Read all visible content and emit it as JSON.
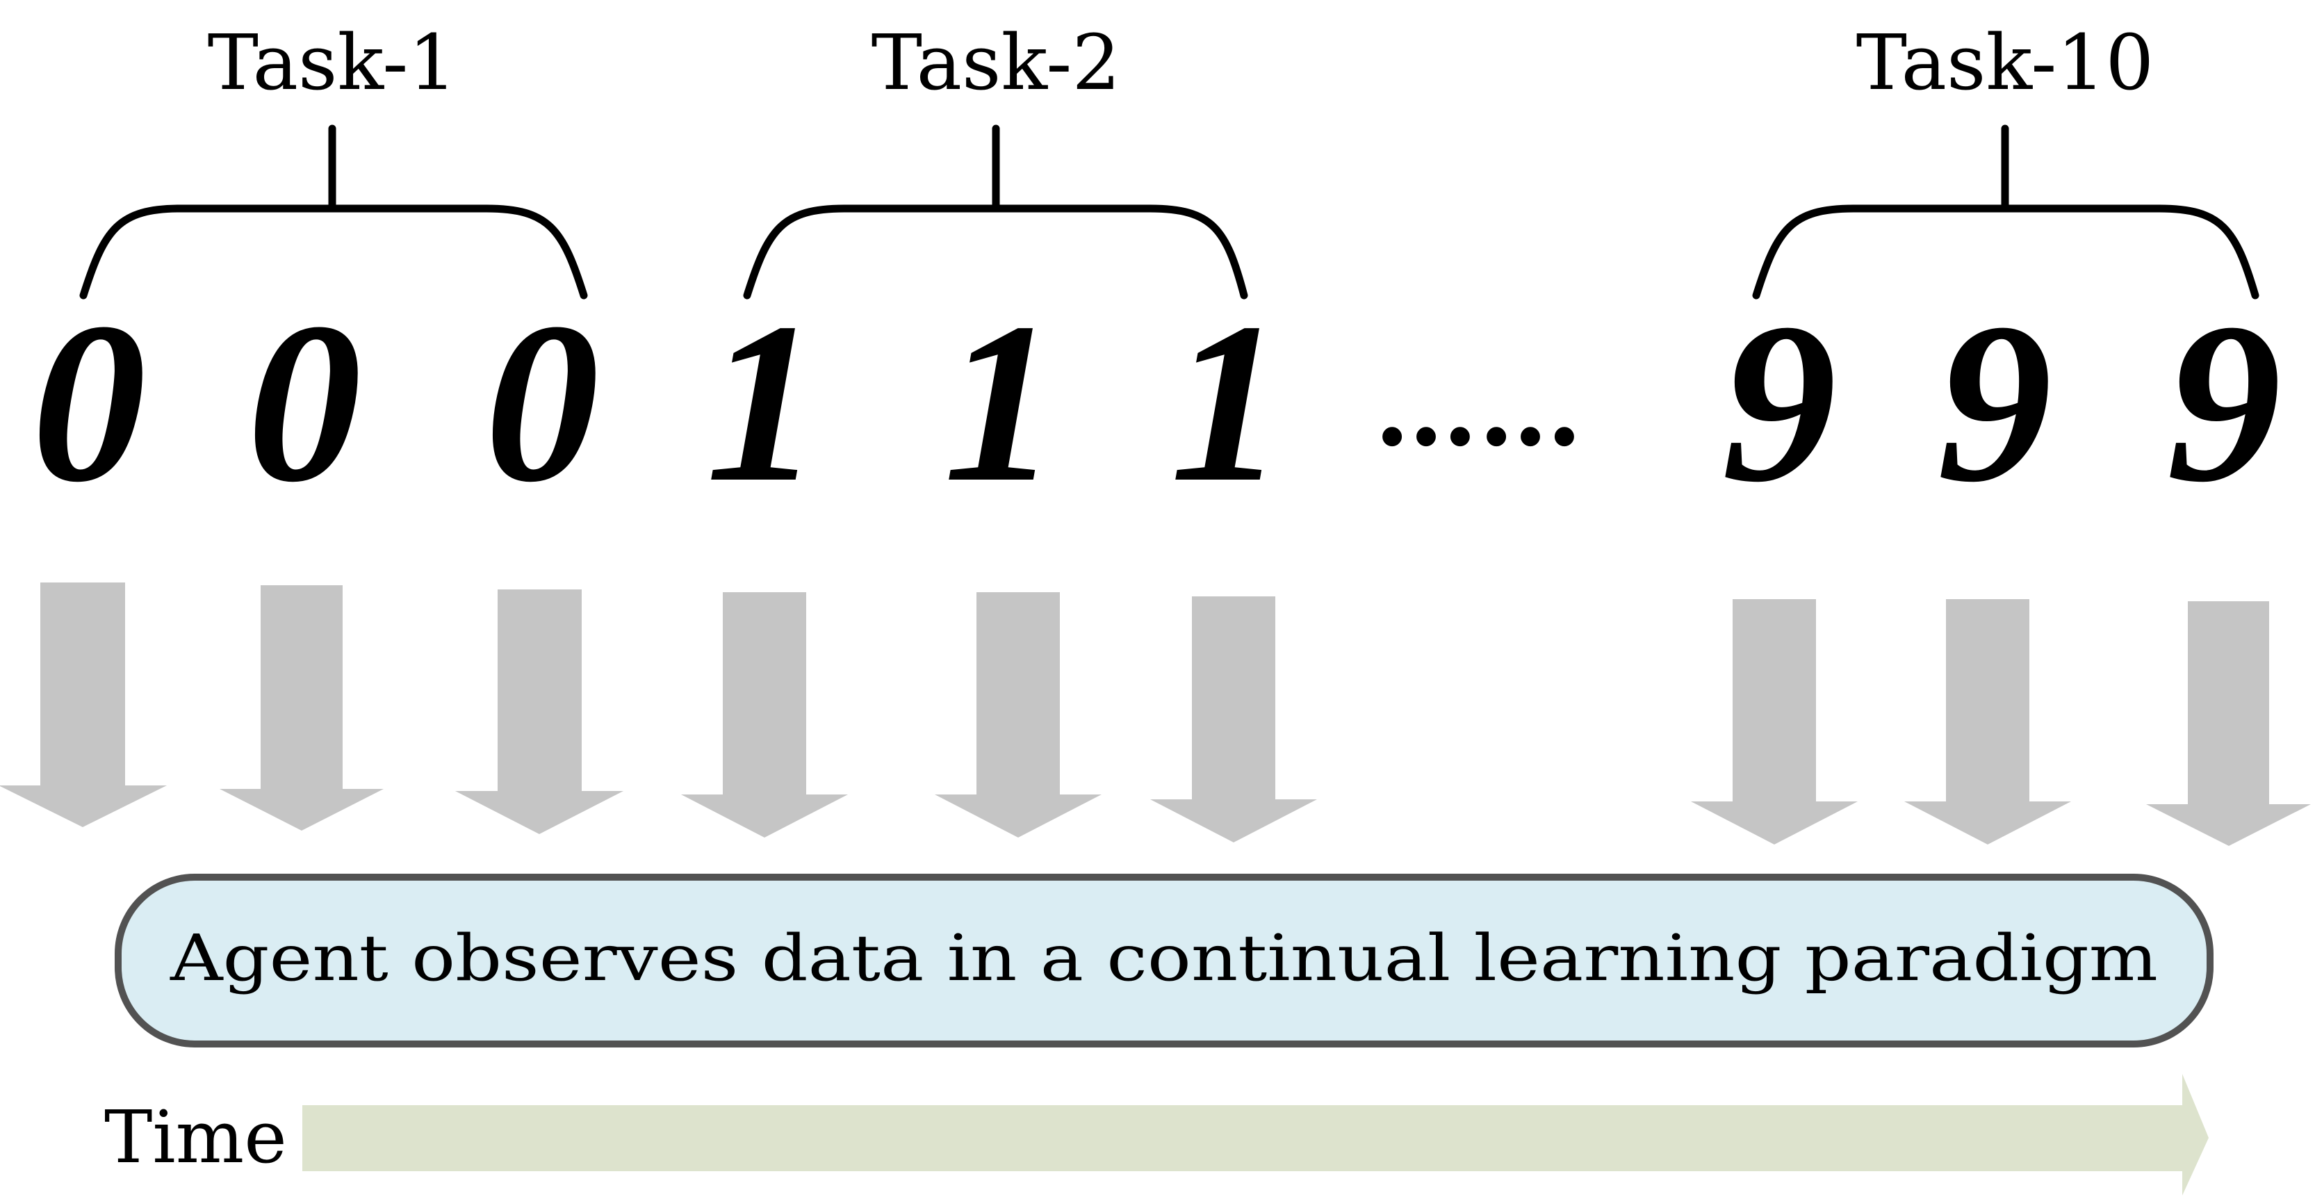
{
  "tasks": [
    {
      "label": "Task-1",
      "digits": [
        "0",
        "0",
        "0"
      ]
    },
    {
      "label": "Task-2",
      "digits": [
        "1",
        "1",
        "1"
      ]
    },
    {
      "label": "Task-10",
      "digits": [
        "9",
        "9",
        "9"
      ]
    }
  ],
  "ellipsis": "……",
  "agent_text": "Agent observes data in a continual learning paradigm",
  "time_label": "Time",
  "colors": {
    "down_arrow": "#c5c5c5",
    "agent_box_fill": "#daedf3",
    "agent_box_border": "#525252",
    "time_arrow": "#dde3cd"
  }
}
